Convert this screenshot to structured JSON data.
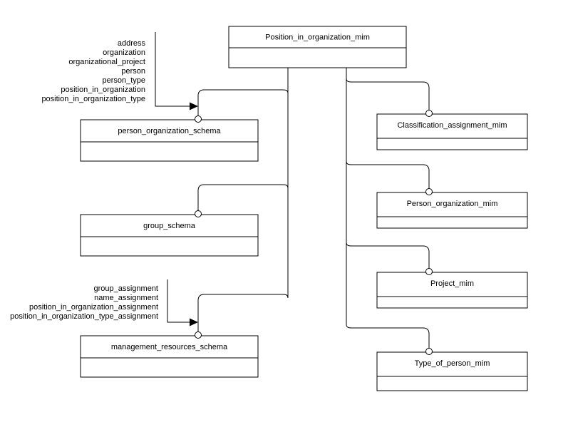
{
  "diagram": {
    "type": "entity-schema-diagram",
    "background_color": "#ffffff",
    "line_color": "#000000",
    "text_color": "#000000"
  },
  "root_entity": {
    "name": "Position_in_organization_mim"
  },
  "left_entities": [
    {
      "name": "person_organization_schema"
    },
    {
      "name": "group_schema"
    },
    {
      "name": "management_resources_schema"
    }
  ],
  "right_entities": [
    {
      "name": "Classification_assignment_mim"
    },
    {
      "name": "Person_organization_mim"
    },
    {
      "name": "Project_mim"
    },
    {
      "name": "Type_of_person_mim"
    }
  ],
  "annotation_groups": [
    {
      "id": "upper-annotation",
      "target": "person_organization_schema",
      "items": [
        "address",
        "organization",
        "organizational_project",
        "person",
        "person_type",
        "position_in_organization",
        "position_in_organization_type"
      ]
    },
    {
      "id": "lower-annotation",
      "target": "management_resources_schema",
      "items": [
        "group_assignment",
        "name_assignment",
        "position_in_organization_assignment",
        "position_in_organization_type_assignment"
      ]
    }
  ]
}
